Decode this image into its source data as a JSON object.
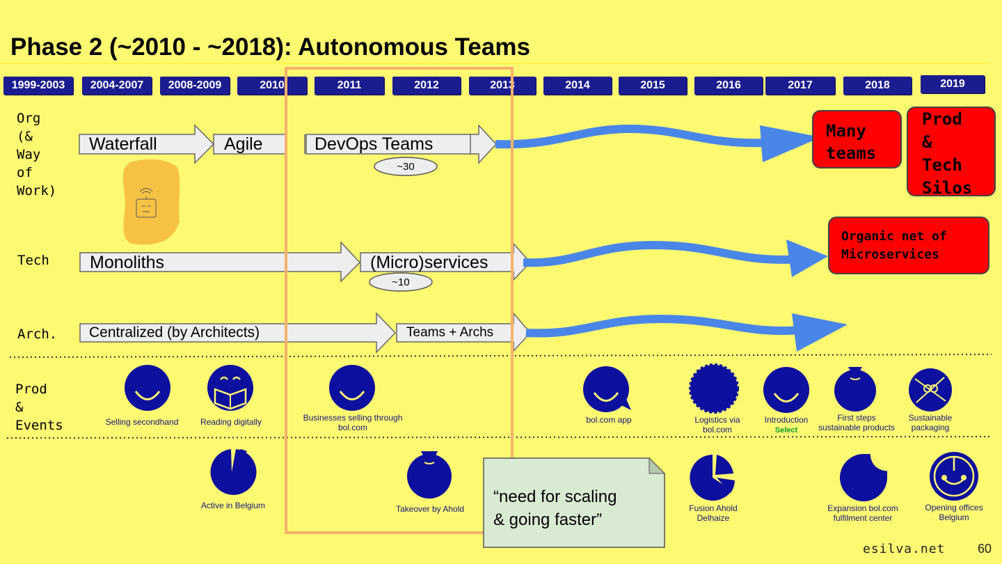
{
  "title": "Phase 2 (~2010 - ~2018): Autonomous Teams",
  "years": [
    "1999-2003",
    "2004-2007",
    "2008-2009",
    "2010",
    "2011",
    "2012",
    "2013",
    "2014",
    "2015",
    "2016",
    "2017",
    "2018",
    "2019"
  ],
  "rows": {
    "org": {
      "label": "Org\n(&\nWay\nof\nWork)",
      "stages": [
        "Waterfall",
        "Agile",
        "DevOps Teams"
      ],
      "count": "~30",
      "result": "Many\nteams",
      "result2": "Prod\n&\nTech\nSilos"
    },
    "tech": {
      "label": "Tech",
      "stages": [
        "Monoliths",
        "(Micro)services"
      ],
      "count": "~10",
      "result": "Organic net of\nMicroservices"
    },
    "arch": {
      "label": "Arch.",
      "stages": [
        "Centralized (by Architects)",
        "Teams + Archs"
      ]
    }
  },
  "prod_events_label": "Prod\n&\nEvents",
  "events_top": [
    {
      "icon": "smiley-icon",
      "caption": "Selling secondhand"
    },
    {
      "icon": "reading-smiley-icon",
      "caption": "Reading digitally"
    },
    {
      "icon": "smiley-icon",
      "caption": "Businesses selling through\nbol.com"
    },
    {
      "icon": "chat-smiley-icon",
      "caption": "bol.com app"
    },
    {
      "icon": "gear-smiley-icon",
      "caption": "Logistics via\nbol.com"
    },
    {
      "icon": "smiley-icon",
      "caption": "Introduction",
      "badge": "Select"
    },
    {
      "icon": "bag-icon",
      "caption": "First steps\nsustainable products"
    },
    {
      "icon": "gift-icon",
      "caption": "Sustainable\npackaging"
    }
  ],
  "events_bottom": [
    {
      "icon": "pie-icon",
      "caption": "Active in Belgium"
    },
    {
      "icon": "bag-icon",
      "caption": "Takeover by Ahold"
    },
    {
      "icon": "pie-icon",
      "caption": "Fusion Ahold\nDelhaize"
    },
    {
      "icon": "sticker-icon",
      "caption": "Expansion bol.com\nfulfilment center"
    },
    {
      "icon": "target-icon",
      "caption": "Opening offices\nBelgium"
    }
  ],
  "quote": "“need for scaling\n& going faster”",
  "footer": {
    "site": "esilva.net",
    "page": "60"
  },
  "colors": {
    "background": "#fdfa72",
    "year_box": "#1b1c8f",
    "arrow_blue": "#4a86e8",
    "highlight": "#f6b26b",
    "red": "#ff0000",
    "icon_blue": "#0d0f9e",
    "quote_bg": "#d9ead3"
  }
}
